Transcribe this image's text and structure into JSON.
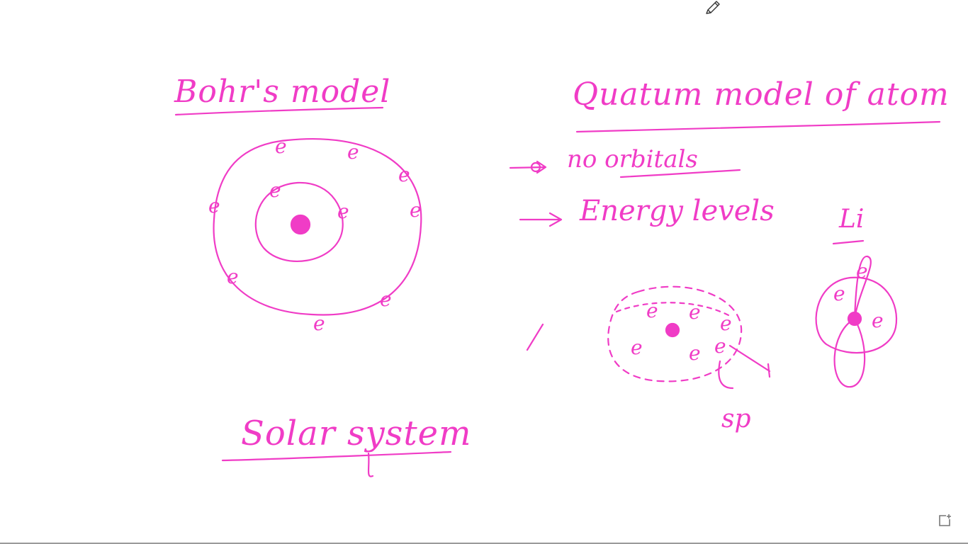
{
  "whiteboard": {
    "ink_color": "#f03cc6",
    "background": "#ffffff",
    "bohr_title": "Bohr's model",
    "quantum_title": "Quatum model of atom",
    "point_1": "no orbitals",
    "point_2": "Energy levels",
    "li_label": "Li",
    "sp_label": "sp",
    "solar_title": "Solar system",
    "electron_label": "e"
  },
  "tools": {
    "pen_icon": "pencil-icon",
    "fullscreen_icon": "fullscreen-icon"
  }
}
